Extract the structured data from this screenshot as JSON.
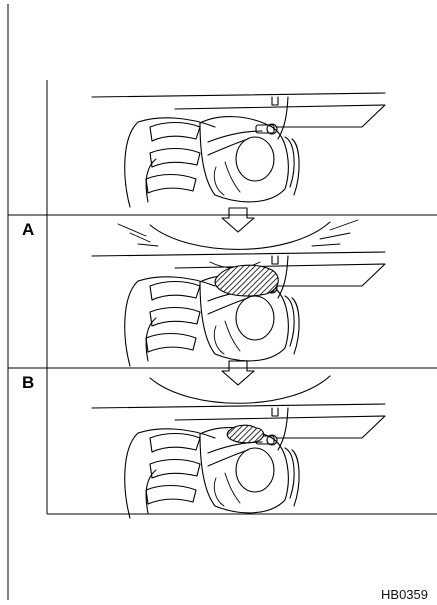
{
  "figure": {
    "panel_labels": [
      "A",
      "B"
    ],
    "code": "HB0359"
  },
  "colors": {
    "line": "#000000",
    "background": "#ffffff"
  }
}
